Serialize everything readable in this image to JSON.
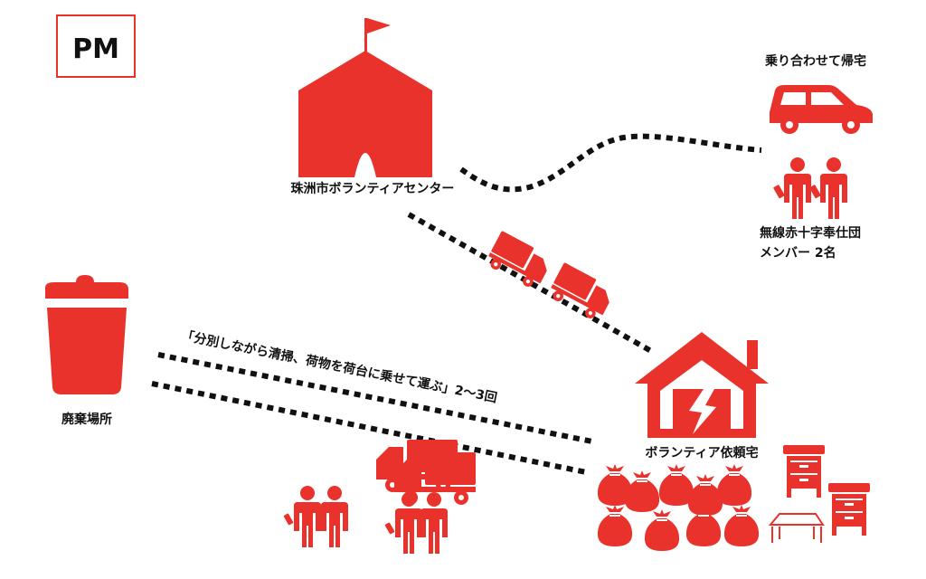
{
  "badge": {
    "text": "PM"
  },
  "labels": {
    "center": "珠洲市ボランティアセンター",
    "carpool": "乗り合わせて帰宅",
    "members_line1": "無線赤十字奉仕団",
    "members_line2": "メンバー 2名",
    "disposal": "廃棄場所",
    "route_note": "「分別しながら清掃、荷物を荷台に乗せて運ぶ」2〜3回",
    "house": "ボランティア依頼宅"
  },
  "colors": {
    "accent": "#e8322b",
    "text": "#111111",
    "path": "#111111"
  },
  "icons": {
    "tent": "tent-icon",
    "car": "car-icon",
    "truck": "truck-icon",
    "house": "damaged-house-icon",
    "trash": "trash-can-icon",
    "person": "person-icon",
    "radio": "radio-icon",
    "bag": "garbage-bag-icon",
    "drawer": "drawer-icon",
    "table": "table-icon"
  }
}
